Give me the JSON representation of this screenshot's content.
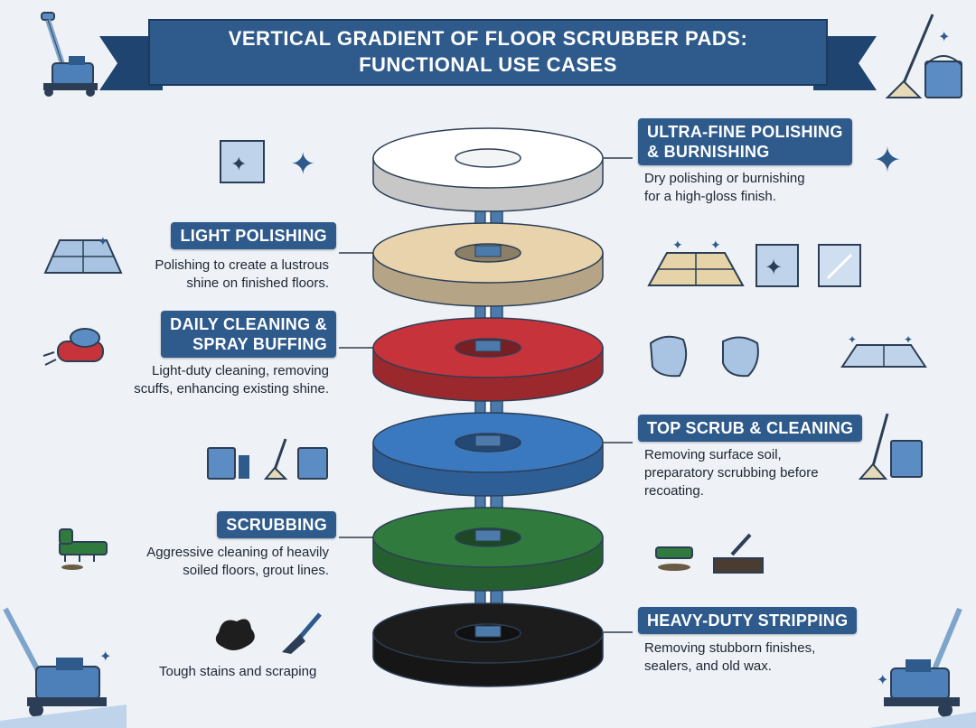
{
  "title": {
    "line1": "VERTICAL GRADIENT OF FLOOR SCRUBBER PADS:",
    "line2": "FUNCTIONAL USE CASES"
  },
  "pads": [
    {
      "name": "ULTRA-FINE POLISHING & BURNISHING",
      "label_line1": "ULTRA-FINE POLISHING",
      "label_line2": "& BURNISHING",
      "desc_line1": "Dry polishing or burnishing",
      "desc_line2": "for a high-gloss finish.",
      "color": "#ffffff"
    },
    {
      "name": "LIGHT POLISHING",
      "label_line1": "LIGHT POLISHING",
      "desc_line1": "Polishing to create a lustrous",
      "desc_line2": "shine on finished floors.",
      "color": "#e8d3ac"
    },
    {
      "name": "DAILY CLEANING & SPRAY BUFFING",
      "label_line1": "DAILY CLEANING &",
      "label_line2": "SPRAY BUFFING",
      "desc_line1": "Light-duty cleaning, removing",
      "desc_line2": "scuffs, enhancing existing shine.",
      "color": "#c7333a"
    },
    {
      "name": "TOP SCRUB & CLEANING",
      "label_line1": "TOP SCRUB & CLEANING",
      "desc_line1": "Removing surface soil,",
      "desc_line2": "preparatory scrubbing before",
      "desc_line3": "recoating.",
      "color": "#3a78c0"
    },
    {
      "name": "SCRUBBING",
      "label_line1": "SCRUBBING",
      "desc_line1": "Aggressive cleaning of heavily",
      "desc_line2": "soiled floors, grout lines.",
      "color": "#2f7a3c"
    },
    {
      "name": "HEAVY-DUTY STRIPPING",
      "label_line1": "HEAVY-DUTY STRIPPING",
      "desc_line1": "Removing stubborn finishes,",
      "desc_line2": "sealers, and old wax.",
      "extra_note": "Tough stains and scraping",
      "color": "#1c1c1c"
    }
  ],
  "colors": {
    "banner": "#2e5a8c",
    "label_bg": "#2e5a8c",
    "shaft": "#4c7aaa",
    "icon_blue": "#5b8dc4"
  },
  "icons": [
    "floor-machine-icon",
    "mop-bucket-icon",
    "sparkle-icon",
    "tile-floor-icon",
    "cloth-icon",
    "bucket-icon",
    "brush-icon",
    "scraper-icon",
    "stain-icon"
  ]
}
